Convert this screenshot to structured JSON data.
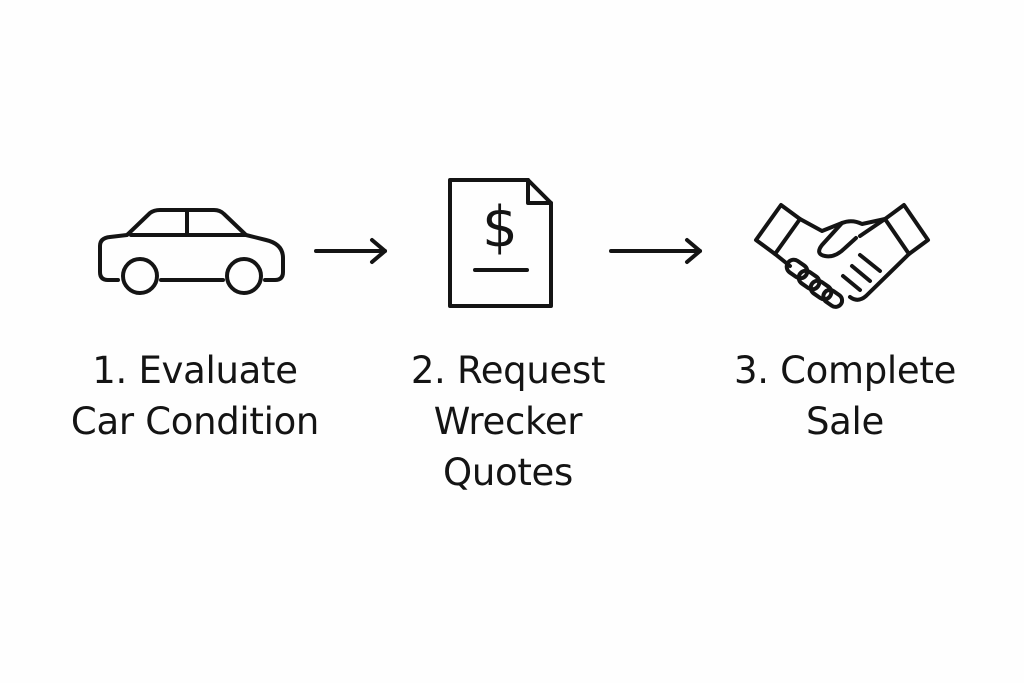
{
  "steps": [
    {
      "icon": "car-icon",
      "lines": [
        "1. Evaluate",
        "Car Condition"
      ]
    },
    {
      "icon": "invoice-dollar-icon",
      "symbol": "$",
      "lines": [
        "2. Request",
        "Wrecker",
        "Quotes"
      ]
    },
    {
      "icon": "handshake-icon",
      "lines": [
        "3. Complete",
        "Sale"
      ]
    }
  ],
  "connectors": [
    "arrow-right-icon",
    "arrow-right-icon"
  ],
  "colors": {
    "ink": "#141414",
    "background": "#fefefe"
  }
}
